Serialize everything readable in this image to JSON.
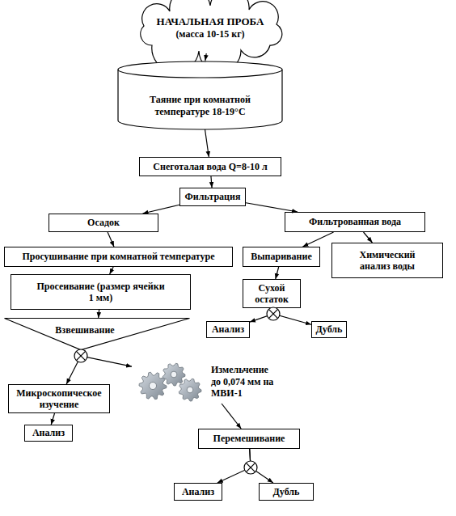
{
  "diagram": {
    "nodes": [
      {
        "text": [
          "НАЧАЛЬНАЯ ПРОБА",
          "(масса 10-15 кг)"
        ]
      },
      {
        "text": [
          "Таяние при комнатной температуре 18-19°С"
        ]
      },
      {
        "text": [
          "Снеготалая вода Q=8-10 л"
        ]
      },
      {
        "text": [
          "Фильтрация"
        ]
      },
      {
        "text": [
          "Осадок"
        ]
      },
      {
        "text": [
          "Фильтрованная вода"
        ]
      },
      {
        "text": [
          "Просушивание при комнатной температуре"
        ]
      },
      {
        "text": [
          "Выпаривание"
        ]
      },
      {
        "text": [
          "Химический анализ воды"
        ]
      },
      {
        "text": [
          "Просеивание (размер ячейки 1 мм)"
        ]
      },
      {
        "text": [
          "Сухой остаток"
        ]
      },
      {
        "text": [
          "Взвешивание"
        ]
      },
      {
        "text": [
          "Анализ"
        ]
      },
      {
        "text": [
          "Дубль"
        ]
      },
      {
        "text": [
          "Измельчение до 0,074 мм на МВИ-1"
        ]
      },
      {
        "text": [
          "Микроскопическое изучение"
        ]
      },
      {
        "text": [
          "Анализ"
        ]
      },
      {
        "text": [
          "Перемешивание"
        ]
      },
      {
        "text": [
          "Анализ"
        ]
      },
      {
        "text": [
          "Дубль"
        ]
      }
    ],
    "edges": [
      {
        "from": 0,
        "to": 1,
        "arrow": "to"
      },
      {
        "from": 1,
        "to": 2,
        "arrow": "to"
      },
      {
        "from": 2,
        "to": 3,
        "arrow": "to"
      },
      {
        "from": 3,
        "to": 4,
        "arrow": "to"
      },
      {
        "from": 3,
        "to": 5,
        "arrow": "to"
      },
      {
        "from": 4,
        "to": 6,
        "arrow": "to"
      },
      {
        "from": 5,
        "to": 7,
        "arrow": "to"
      },
      {
        "from": 5,
        "to": 8,
        "arrow": "to"
      },
      {
        "from": 6,
        "to": 9,
        "arrow": "to"
      },
      {
        "from": 7,
        "to": 10,
        "arrow": "to"
      },
      {
        "from": 9,
        "to": 11,
        "arrow": "to"
      },
      {
        "from": 10,
        "to": 12,
        "arrow": "to"
      },
      {
        "from": 10,
        "to": 13,
        "arrow": "to"
      },
      {
        "from": 11,
        "to": 15,
        "arrow": "to"
      },
      {
        "from": 11,
        "to": 14,
        "arrow": "to"
      },
      {
        "from": 15,
        "to": 16,
        "arrow": "to"
      },
      {
        "from": 14,
        "to": 17,
        "arrow": "to"
      },
      {
        "from": 17,
        "to": 18,
        "arrow": "to"
      },
      {
        "from": 17,
        "to": 19,
        "arrow": "to"
      }
    ]
  }
}
